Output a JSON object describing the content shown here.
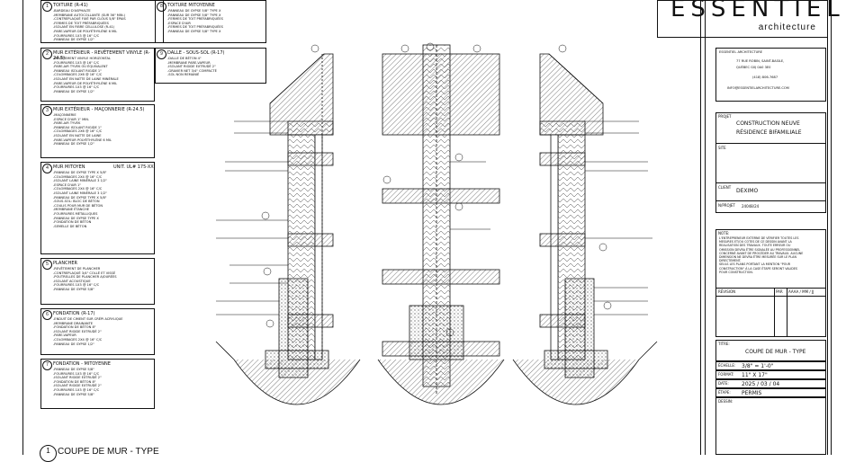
{
  "logo": {
    "big": "ESSENTIEL",
    "sub": "architecture"
  },
  "firm": {
    "name": "ESSENTIEL ARCHITECTURE",
    "address1": "77 RUE ROBIN, SAINT-BASILE,",
    "address2": "QUÉBEC G0J 0A0 3E0",
    "phone": "(418) 806-7687",
    "email": "INFO@ESSENTIELARCHITECTURE.COM"
  },
  "project": {
    "label": "PROJET",
    "line1": "CONSTRUCTION NEUVE",
    "line2": "RÉSIDENCE BIFAMILIALE"
  },
  "site_label": "SITE",
  "client": {
    "label": "CLIENT",
    "value": "DEXIMO"
  },
  "project_no": {
    "label": "N/PROJET",
    "value": "24048/24"
  },
  "notes": {
    "label": "NOTE:",
    "text": "L'ENTREPRENEUR EXTERNE DE VÉRIFIER TOUTES LES\nMESURES ET/OU COTES DE CE DESSIN AVANT LA\nREALISATION DES TRAVAUX. TOUTE ERREUR OU\nOMISSION DEVRA ÊTRE SIGNALÉE AU PROFESSIONNEL\nCONCERNÉ AVANT DE PROCÉDER AU TRAVAUX. AUCUNE\nDIMENSION NE DEVRA ÊTRE MESURÉE SUR LE PLAN\nDIRECTEMENT.\nSEULS LES PLANS PORTANT LA MENTION \"POUR\nCONSTRUCTION\" À LA CASE ÉTAPE SERONT VALIDES\nPOUR CONSTRUCTION."
  },
  "revision": {
    "label": "RÉVISION",
    "par": "PAR",
    "date": "AAAA / MM / JJ"
  },
  "title": {
    "label": "TITRE:",
    "value": "COUPE DE MUR - TYPE"
  },
  "scale": {
    "label": "ÉCHELLE:",
    "value": "3/8\" = 1'-0\""
  },
  "format": {
    "label": "FORMAT:",
    "value": "11\" X 17\""
  },
  "date": {
    "label": "DATE:",
    "value": "2025 / 03 / 04"
  },
  "stage": {
    "label": "ÉTAPE:",
    "value": "PERMIS"
  },
  "drawing_label": "DESSIN:",
  "drawing_caption": {
    "num": "1",
    "text": "COUPE DE MUR - TYPE"
  },
  "legend": [
    {
      "num": "1",
      "title": "TOITURE (R-41)",
      "text": "-BARDEAU D'ASPHALTE\n-MEMBRANE AUTOCOLLANTE (SUR 36\" MIN.)\n-CONTREPLAQUÉ FIXÉ PAR CLOUS 5/8\" ÉPAIS\n-FERMES DE TOIT PRÉFABRIQUÉES\n-ISOLANT EN FIBRE CELLULOSE (R-41)\n-PARE-VAPEUR DE POLYÉTHYLÈNE 6 MIL\n-FOURRURES 1X3 @ 16\" C/C\n-PANNEAU DE GYPSE 1/2\""
    },
    {
      "num": "2",
      "title": "MUR EXTÉRIEUR - REVÊTEMENT VINYLE (R-24.5)",
      "text": "-REVÊTEMENT VINYLE HORIZONTAL\n-FOURRURES 1X3 @ 16\" C/C\n-PARE-AIR TYVEK OU ÉQUIVALENT\n-PANNEAU ISOLANT RIGIDE 1\"\n-COLOMBAGES 2X6 @ 16\" C/C\n-ISOLANT EN NATTE DE LAINE MINÉRALE\n-PARE-VAPEUR DE POLYÉTHYLÈNE 6 MIL\n-FOURRURES 1X3 @ 16\" C/C\n-PANNEAU DE GYPSE 1/2\""
    },
    {
      "num": "3",
      "title": "MUR EXTÉRIEUR - MAÇONNERIE (R-24.5)",
      "text": "-MAÇONNERIE\n-ESPACE D'AIR 1\" MIN.\n-PARE-AIR TYVEK\n-PANNEAU ISOLANT RIGIDE 1\"\n-COLOMBAGES 2X6 @ 16\" C/C\n-ISOLANT EN NATTE DE LAINE\n-PARE-VAPEUR POLYÉTHYLÈNE 6 MIL\n-PANNEAU DE GYPSE 1/2\""
    },
    {
      "num": "4",
      "title": "MUR MITOYEN",
      "extra": "UNIT. UL# 175-XX",
      "text": "-PANNEAU DE GYPSE TYPE X 5/8\"\n-COLOMBAGES 2X4 @ 16\" C/C\n-ISOLANT LAINE MINÉRALE 3 1/2\"\n-ESPACE D'AIR 1\"\n-COLOMBAGES 2X4 @ 16\" C/C\n-ISOLANT LAINE MINÉRALE 3 1/2\"\n-PANNEAU DE GYPSE TYPE X 5/8\"\n-SOUS-SOL: BLOC DE BÉTON\n-COULIS POUR MUR DE BÉTON\n-MEMBRANE ÉTANCHE\n-FOURRURES MÉTALLIQUES\n-PANNEAU DE GYPSE TYPE X\n-FONDATION DE BÉTON\n-SEMELLE DE BÉTON"
    },
    {
      "num": "5",
      "title": "PLANCHER",
      "text": "-REVÊTEMENT DE PLANCHER\n-CONTREPLAQUÉ 3/4\" COLLÉ ET VISSÉ\n-POUTRELLES DE PLANCHER AJOURÉES\n-ISOLANT ACOUSTIQUE\n-FOURRURES 1X3 @ 16\" C/C\n-PANNEAU DE GYPSE 5/8\""
    },
    {
      "num": "6",
      "title": "FONDATION (R-17)",
      "text": "-ENDUIT DE CIMENT SUR CRÉPI ACRYLIQUE\n-MEMBRANE DRAINANTE\n-FONDATION DE BÉTON 8\"\n-ISOLANT RIGIDE EXTRUDÉ 2\"\n-PARE-VAPEUR\n-COLOMBAGES 2X4 @ 16\" C/C\n-PANNEAU DE GYPSE 1/2\""
    },
    {
      "num": "7",
      "title": "FONDATION - MITOYENNE",
      "text": "-PANNEAU DE GYPSE 5/8\"\n-FOURRURES 1X3 @ 16\" C/C\n-ISOLANT RIGIDE EXTRUDÉ 2\"\n-FONDATION DE BÉTON 8\"\n-ISOLANT RIGIDE EXTRUDÉ 2\"\n-FOURRURES 1X3 @ 16\" C/C\n-PANNEAU DE GYPSE 5/8\""
    },
    {
      "num": "8",
      "title": "TOITURE MITOYENNE",
      "text": "-PANNEAU DE GYPSE 5/8\" TYPE X\n-PANNEAU DE GYPSE 5/8\" TYPE X\n-FERMES DE TOIT PRÉFABRIQUÉES\n-ESPACE D'AIR\n-FERMES DE TOIT PRÉFABRIQUÉES\n-PANNEAU DE GYPSE 5/8\" TYPE X"
    },
    {
      "num": "9",
      "title": "DALLE - SOUS-SOL (R-17)",
      "text": "-DALLE DE BÉTON 4\"\n-MEMBRANE PARE-VAPEUR\n-ISOLANT RIGIDE EXTRUDÉ 2\"\n-GRAVIER NET 3/4\" COMPACTÉ\n-SOL NON REMANIÉ"
    }
  ]
}
